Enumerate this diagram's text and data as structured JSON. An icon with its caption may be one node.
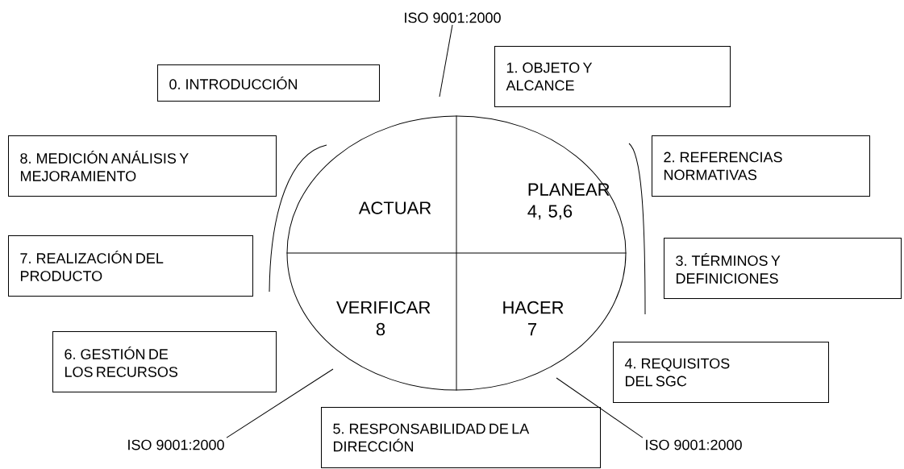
{
  "diagram": {
    "nodes": [
      {
        "text": [
          "ISO 9001:2000"
        ]
      },
      {
        "text": [
          "0. INTRODUCCIÓN"
        ]
      },
      {
        "text": [
          "1. OBJETO Y ALCANCE"
        ]
      },
      {
        "text": [
          "8. MEDICIÓN ANÁLISIS Y MEJORAMIENTO"
        ]
      },
      {
        "text": [
          "2. REFERENCIAS NORMATIVAS"
        ]
      },
      {
        "text": [
          "ACTUAR",
          "PLANEAR 4, 5,6",
          "VERIFICAR 8",
          "HACER 7"
        ]
      },
      {
        "text": [
          "7. REALIZACIÓN DEL PRODUCTO"
        ]
      },
      {
        "text": [
          "3. TÉRMINOS Y DEFINICIONES"
        ]
      },
      {
        "text": [
          "6. GESTIÓN DE LOS RECURSOS"
        ]
      },
      {
        "text": [
          "4. REQUISITOS DEL SGC"
        ]
      },
      {
        "text": [
          "ISO 9001:2000"
        ]
      },
      {
        "text": [
          "5. RESPONSABILIDAD DE LA DIRECCIÓN"
        ]
      },
      {
        "text": [
          "ISO 9001:2000"
        ]
      }
    ],
    "edges": [
      {
        "from": 0,
        "to": null,
        "arrow": "none"
      },
      {
        "from": 10,
        "to": null,
        "arrow": "none"
      },
      {
        "from": 12,
        "to": null,
        "arrow": "none"
      }
    ]
  }
}
